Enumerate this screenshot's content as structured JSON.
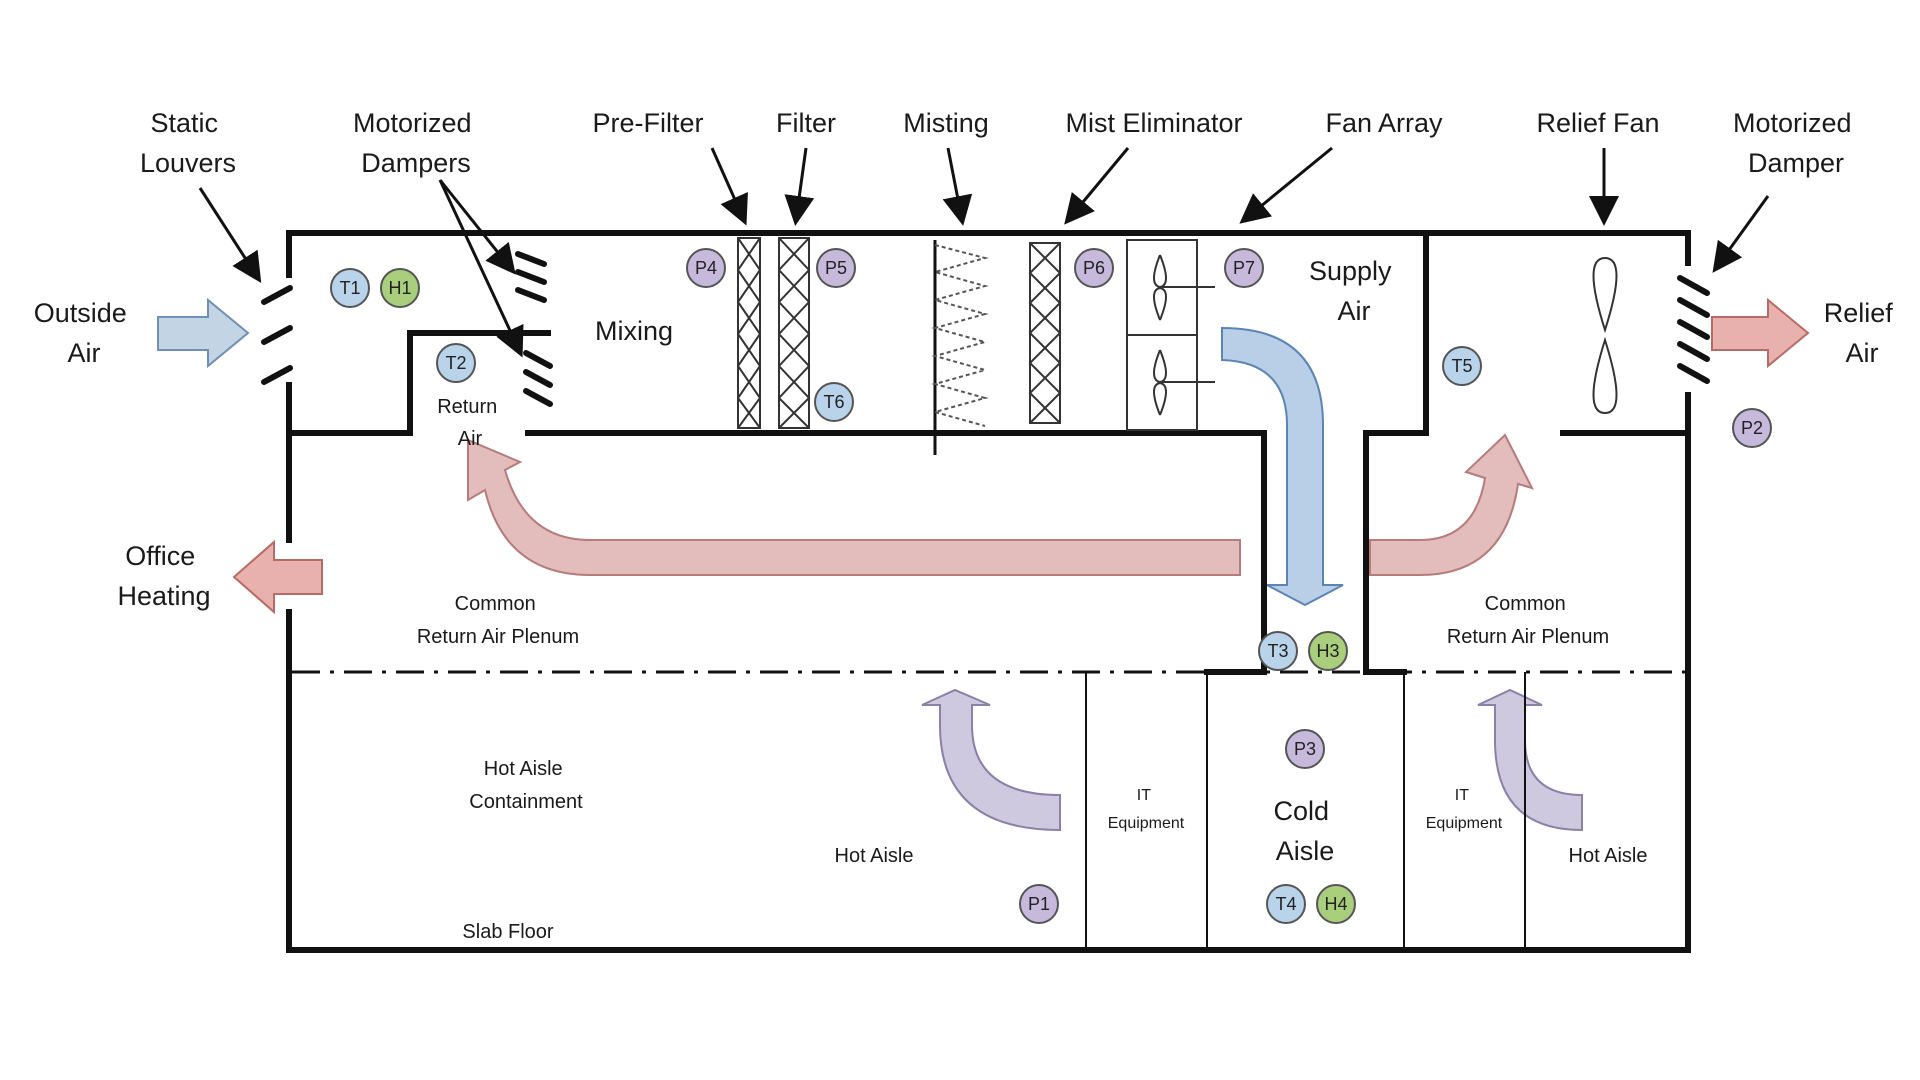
{
  "colors": {
    "wall": "#111111",
    "temp_sensor": "#b9d3ea",
    "humidity_sensor": "#a9cf7c",
    "pressure_sensor": "#c6b9dc",
    "return_air_arrow": "#e3bcbc",
    "supply_air_arrow": "#b9cfe8",
    "hot_aisle_arrow": "#cfc9df",
    "outside_air_arrow": "#c3d4e5",
    "relief_air_arrow": "#e9b1ad"
  },
  "components": {
    "static_louvers": "Static Louvers",
    "motorized_dampers": "Motorized Dampers",
    "pre_filter": "Pre-Filter",
    "filter": "Filter",
    "misting": "Misting",
    "mist_eliminator": "Mist Eliminator",
    "fan_array": "Fan Array",
    "relief_fan": "Relief Fan",
    "motorized_damper": "Motorized Damper"
  },
  "zones": {
    "outside_air": "Outside Air",
    "mixing": "Mixing",
    "return_air": "Return Air",
    "supply_air": "Supply Air",
    "relief_air": "Relief Air",
    "office_heating": "Office Heating",
    "plenum_left": "Common Return Air Plenum",
    "plenum_right": "Common Return Air Plenum",
    "hot_aisle_containment": "Hot Aisle Containment",
    "hot_aisle_left": "Hot Aisle",
    "hot_aisle_right": "Hot Aisle",
    "it_equipment_left": "IT Equipment",
    "it_equipment_right": "IT Equipment",
    "cold_aisle": "Cold Aisle",
    "slab_floor": "Slab Floor"
  },
  "sensors": {
    "T1": "T1",
    "T2": "T2",
    "T3": "T3",
    "T4": "T4",
    "T5": "T5",
    "T6": "T6",
    "H1": "H1",
    "H3": "H3",
    "H4": "H4",
    "P1": "P1",
    "P2": "P2",
    "P3": "P3",
    "P4": "P4",
    "P5": "P5",
    "P6": "P6",
    "P7": "P7"
  }
}
